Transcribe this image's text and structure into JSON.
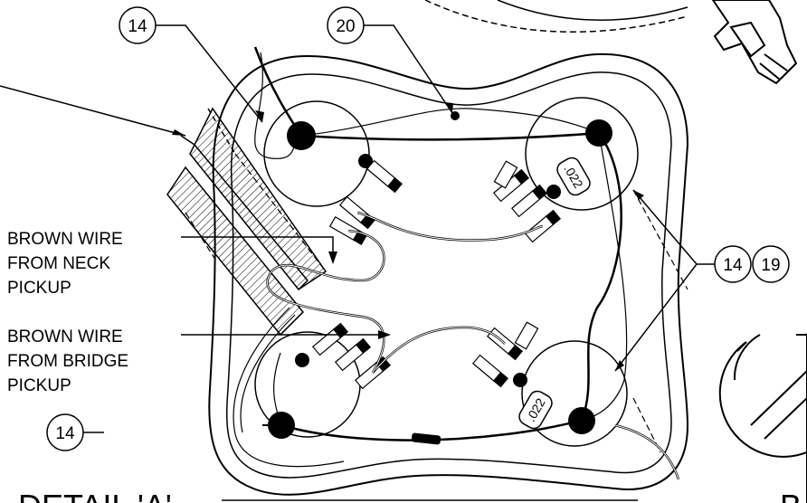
{
  "callouts": {
    "c1": "14",
    "c2": "20",
    "c3": "14",
    "c4": "19",
    "c5": "14"
  },
  "notes": {
    "neck": [
      "BROWN WIRE",
      "FROM NECK",
      "PICKUP"
    ],
    "bridge": [
      "BROWN WIRE",
      "FROM BRIDGE",
      "PICKUP"
    ]
  },
  "capacitors": {
    "top": ".022",
    "bottom": ".022"
  },
  "title": "DETAIL 'A'",
  "right_text": "B"
}
